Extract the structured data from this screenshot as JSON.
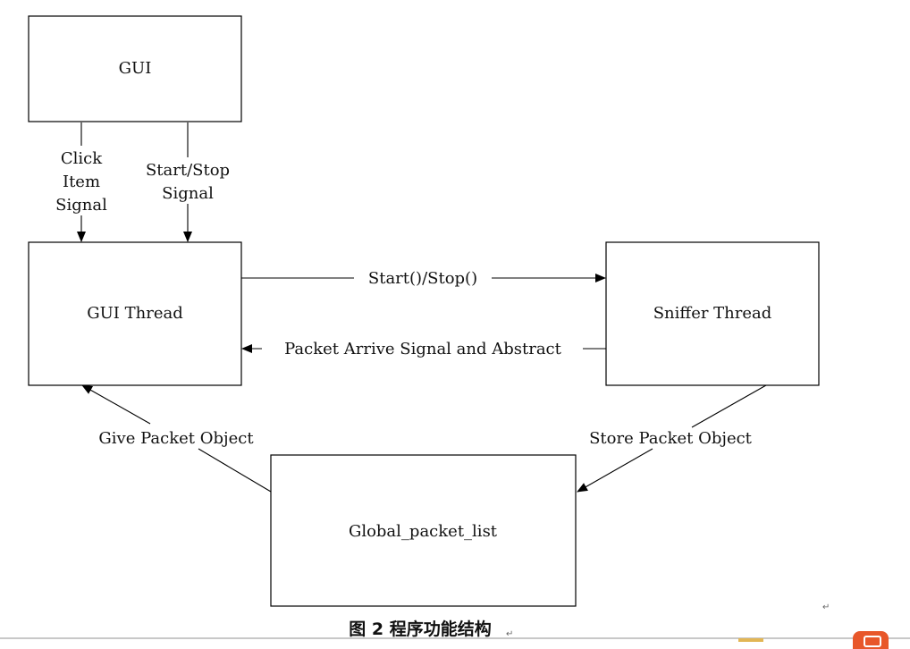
{
  "diagram": {
    "nodes": {
      "gui": {
        "label": "GUI"
      },
      "gui_thread": {
        "label": "GUI Thread"
      },
      "sniffer_thread": {
        "label": "Sniffer Thread"
      },
      "global_packet_list": {
        "label": "Global_packet_list"
      }
    },
    "edges": {
      "click_item": {
        "lines": [
          "Click",
          "Item",
          "Signal"
        ]
      },
      "start_stop_signal": {
        "lines": [
          "Start/Stop",
          "Signal"
        ]
      },
      "start_stop_call": {
        "label": "Start()/Stop()"
      },
      "packet_arrive": {
        "label": "Packet Arrive Signal and Abstract"
      },
      "give_packet": {
        "label": "Give Packet Object"
      },
      "store_packet": {
        "label": "Store Packet Object"
      }
    }
  },
  "caption": "图 2 程序功能结构",
  "colors": {
    "line": "#000000",
    "text": "#111111",
    "accent": "#e8572a"
  }
}
